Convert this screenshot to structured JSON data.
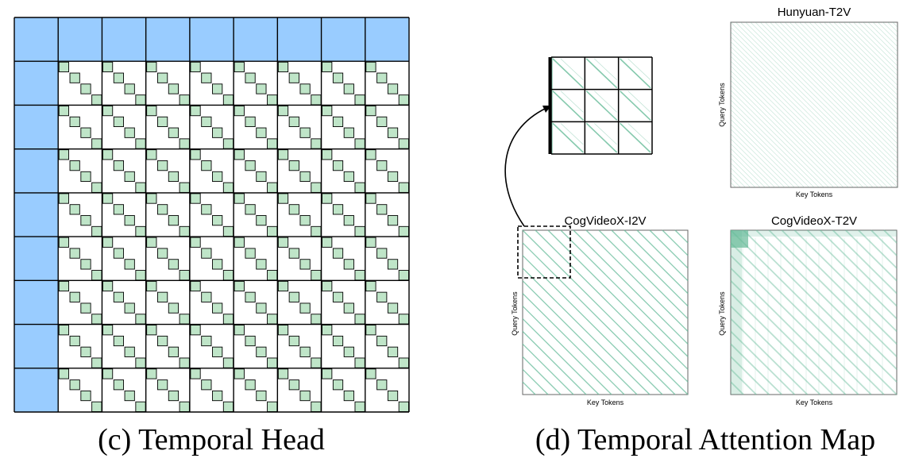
{
  "panel_c": {
    "caption": "(c) Temporal Head",
    "grid_size": 9,
    "steps_per_cell": 4,
    "colors": {
      "header": "#99CCFF",
      "diagonal": "#BFE5C8",
      "line": "#000000",
      "background": "#FFFFFF"
    }
  },
  "panel_d": {
    "caption": "(d) Temporal Attention Map",
    "zoom_inset": {
      "grid_size": 3
    },
    "maps": [
      {
        "id": "hunyuan-t2v",
        "title": "Hunyuan-T2V",
        "xlabel": "Key Tokens",
        "ylabel": "Query Tokens"
      },
      {
        "id": "cogvideox-i2v",
        "title": "CogVideoX-I2V",
        "xlabel": "Key Tokens",
        "ylabel": "Query Tokens"
      },
      {
        "id": "cogvideox-t2v",
        "title": "CogVideoX-T2V",
        "xlabel": "Key Tokens",
        "ylabel": "Query Tokens"
      }
    ],
    "colors": {
      "attention": "#66BB99",
      "frame": "#555555"
    }
  }
}
